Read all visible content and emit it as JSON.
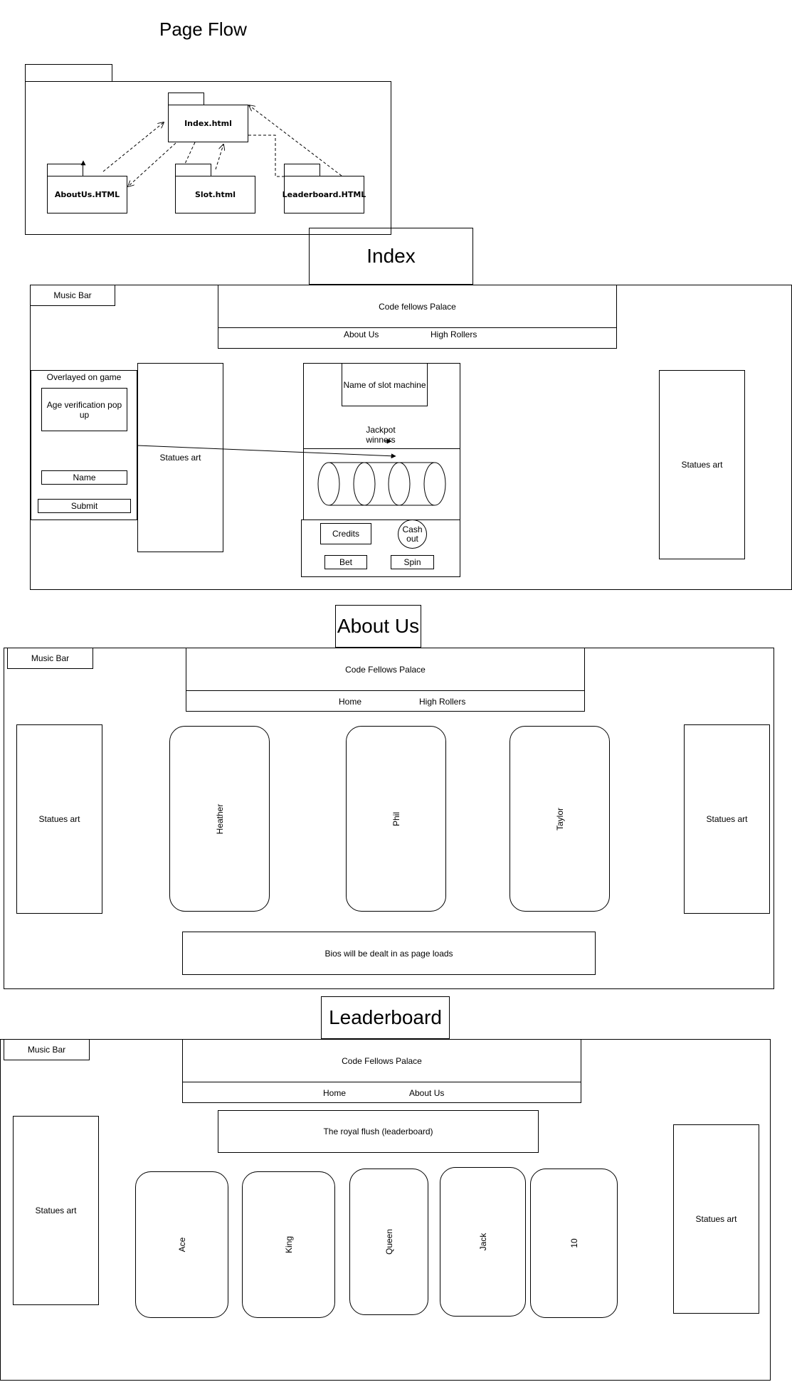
{
  "page_flow": {
    "title": "Page Flow",
    "packages": {
      "index": "Index.html",
      "about": "AboutUs.HTML",
      "slot": "Slot.html",
      "leaderboard": "Leaderboard.HTML"
    }
  },
  "index": {
    "title": "Index",
    "music_bar": "Music Bar",
    "site_title": "Code fellows Palace",
    "nav": {
      "item1": "About Us",
      "item2": "High Rollers"
    },
    "overlay": {
      "label": "Overlayed on game",
      "popup": "Age verification pop up",
      "name": "Name",
      "submit": "Submit"
    },
    "statues_left": "Statues art",
    "statues_right": "Statues art",
    "slot": {
      "name": "Name of slot machine",
      "jackpot": "Jackpot winners",
      "credits": "Credits",
      "cashout": "Cash out",
      "bet": "Bet",
      "spin": "Spin"
    }
  },
  "about": {
    "title": "About Us",
    "music_bar": "Music Bar",
    "site_title": "Code Fellows Palace",
    "nav": {
      "item1": "Home",
      "item2": "High Rollers"
    },
    "statues_left": "Statues art",
    "statues_right": "Statues art",
    "cards": [
      "Heather",
      "Phil",
      "Taylor"
    ],
    "bios": "Bios will be dealt in as page loads"
  },
  "leaderboard": {
    "title": "Leaderboard",
    "music_bar": "Music Bar",
    "site_title": "Code Fellows Palace",
    "nav": {
      "item1": "Home",
      "item2": "About Us"
    },
    "board_title": "The royal flush (leaderboard)",
    "statues_left": "Statues art",
    "statues_right": "Statues art",
    "cards": [
      "Ace",
      "King",
      "Queen",
      "Jack",
      "10"
    ]
  }
}
